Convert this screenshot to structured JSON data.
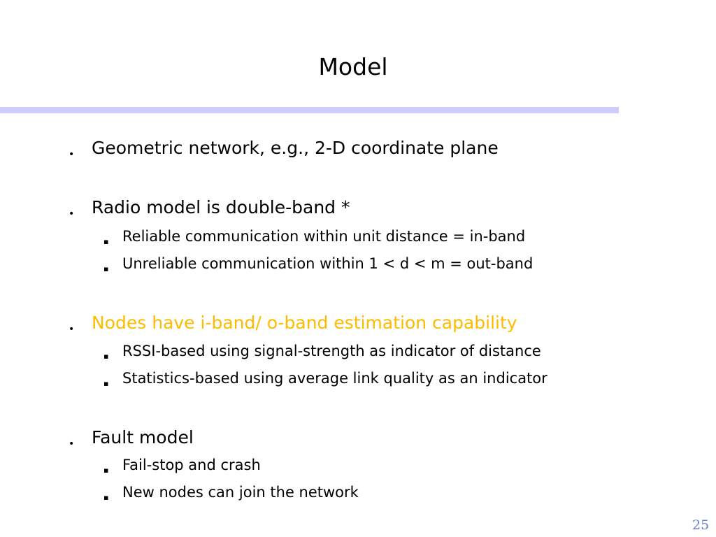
{
  "slide": {
    "title": "Model",
    "rule_color": "#ccccff",
    "accent_color": "#ffbb00",
    "page_number_color": "#6b7fd0",
    "page_number": "25"
  },
  "bullets": [
    {
      "marker": "•",
      "text": "Geometric network, e.g., 2-D coordinate plane",
      "color": "#000000",
      "sub": []
    },
    {
      "marker": "•",
      "text": "Radio model is double-band *",
      "color": "#000000",
      "sub": [
        {
          "marker": "▪",
          "text": "Reliable communication within unit distance = in-band"
        },
        {
          "marker": "▪",
          "text": "Unreliable communication within 1 < d < m  = out-band"
        }
      ]
    },
    {
      "marker": "•",
      "text": "Nodes have i-band/ o-band estimation capability",
      "color": "#ffbb00",
      "sub": [
        {
          "marker": "▪",
          "text": "RSSI-based using signal-strength as indicator of distance"
        },
        {
          "marker": "▪",
          "text": "Statistics-based using average link quality as an indicator"
        }
      ]
    },
    {
      "marker": "•",
      "text": "Fault model",
      "color": "#000000",
      "sub": [
        {
          "marker": "▪",
          "text": "Fail-stop and crash"
        },
        {
          "marker": "▪",
          "text": "New nodes can join the network"
        }
      ]
    }
  ]
}
